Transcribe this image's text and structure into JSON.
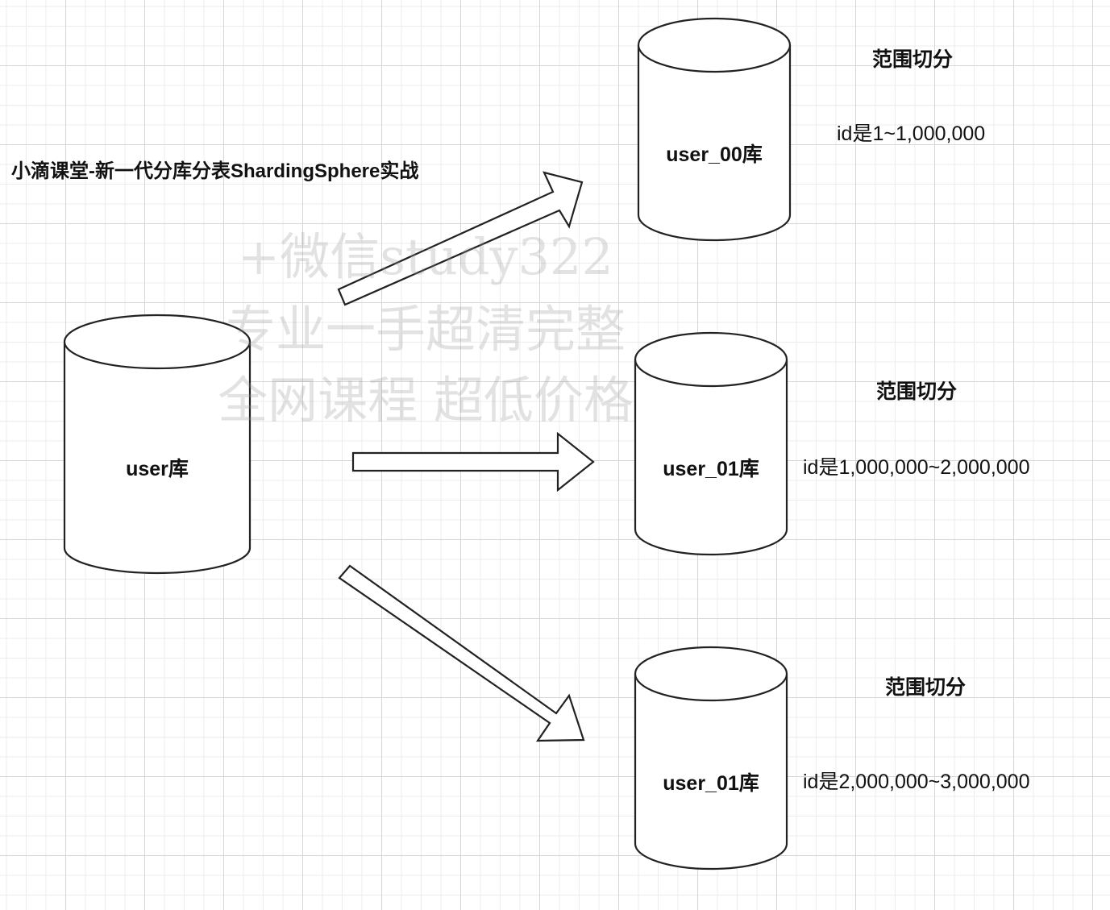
{
  "title": "小滴课堂-新一代分库分表ShardingSphere实战",
  "source_db": {
    "label": "user库"
  },
  "targets": [
    {
      "db_label": "user_00库",
      "heading": "范围切分",
      "range": "id是1~1,000,000"
    },
    {
      "db_label": "user_01库",
      "heading": "范围切分",
      "range": "id是1,000,000~2,000,000"
    },
    {
      "db_label": "user_01库",
      "heading": "范围切分",
      "range": "id是2,000,000~3,000,000"
    }
  ],
  "watermark": {
    "line1": "+微信study322",
    "line2": "专业一手超清完整",
    "line3": "全网课程 超低价格"
  }
}
